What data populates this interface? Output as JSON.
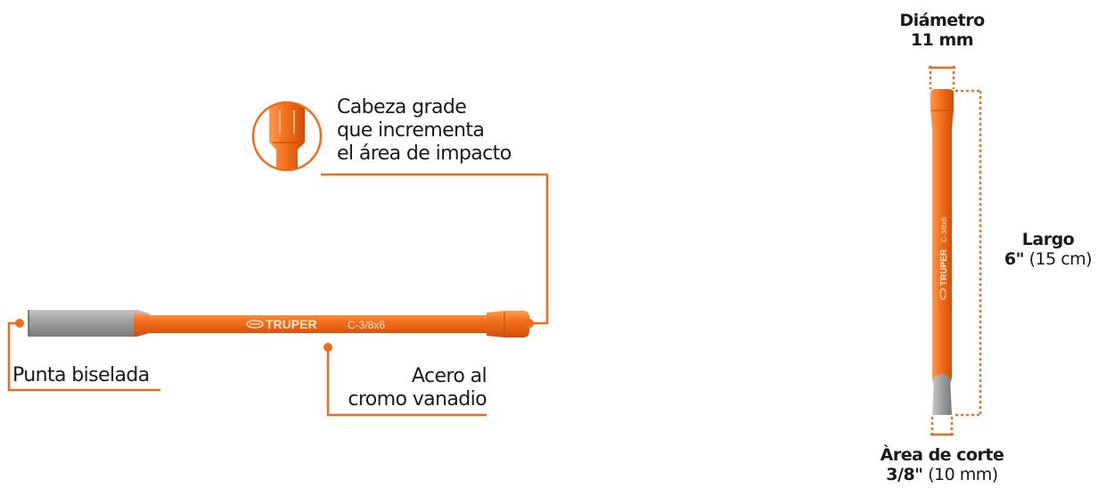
{
  "colors": {
    "accent": "#f26a1b",
    "accent_light": "#ff8a3c",
    "accent_dark": "#d44e08",
    "steel": "#a8a8a8",
    "steel_dark": "#6e6e6e",
    "text": "#1a1a1a"
  },
  "tool": {
    "brand": "TRUPER",
    "model": "C-3/8x6"
  },
  "callouts": {
    "head_line1": "Cabeza grade",
    "head_line2": "que incrementa",
    "head_line3": "el área de impacto",
    "tip": "Punta biselada",
    "steel_line1": "Acero al",
    "steel_line2": "cromo vanadio"
  },
  "dimensions": {
    "diameter_label": "Diámetro",
    "diameter_value": "11 mm",
    "length_label": "Largo",
    "length_value_bold": "6\"",
    "length_value_rest": " (15 cm)",
    "cut_label": "Àrea de corte",
    "cut_value_bold": "3/8\"",
    "cut_value_rest": " (10 mm)"
  }
}
